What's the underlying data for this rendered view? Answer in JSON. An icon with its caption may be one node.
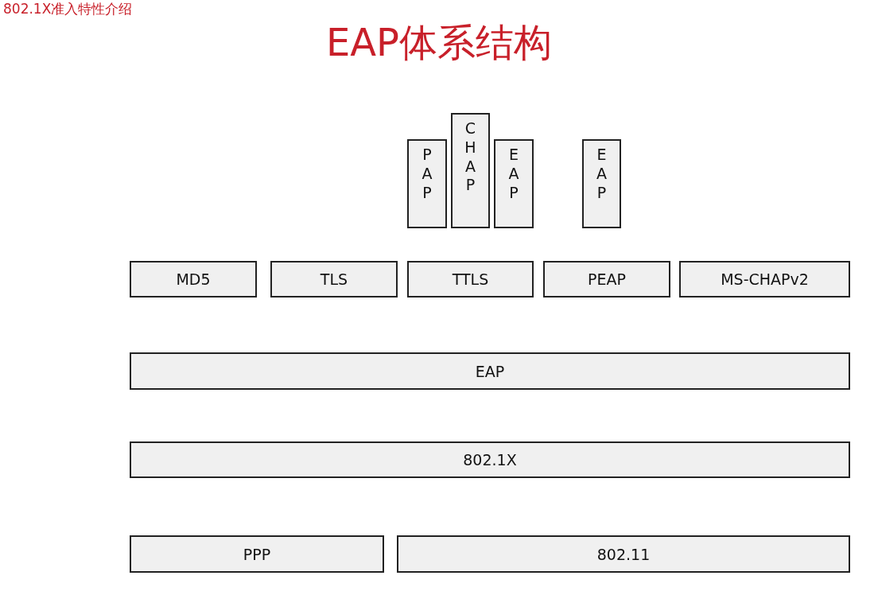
{
  "diagram": {
    "title": "EAP体系结构",
    "nodes": [
      {
        "text": [
          "PAP"
        ]
      },
      {
        "text": [
          "CHAP"
        ]
      },
      {
        "text": [
          "EAP"
        ]
      },
      {
        "text": [
          "EAP"
        ]
      },
      {
        "text": [
          "MD5"
        ]
      },
      {
        "text": [
          "TLS"
        ]
      },
      {
        "text": [
          "TTLS"
        ]
      },
      {
        "text": [
          "PEAP"
        ]
      },
      {
        "text": [
          "MS-CHAPv2"
        ]
      },
      {
        "text": [
          "EAP"
        ]
      },
      {
        "text": [
          "802.1X"
        ]
      },
      {
        "text": [
          "PPP"
        ]
      },
      {
        "text": [
          "802.11"
        ]
      }
    ],
    "labels": [
      "802.1X准入特性介绍"
    ]
  }
}
